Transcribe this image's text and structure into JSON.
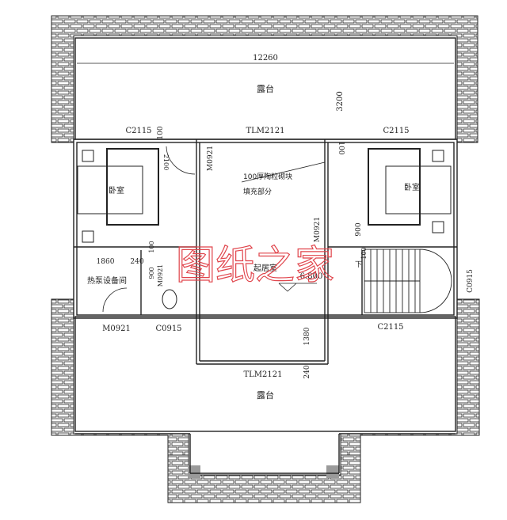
{
  "watermark": "图纸之家",
  "colors": {
    "line": "#222222",
    "watermark": "#e0454c",
    "brick_fill": "#ffffff",
    "column_fill": "#9a9a9a"
  },
  "top_terrace": {
    "label": "露台",
    "width_dim": "12260",
    "depth_dim": "3200"
  },
  "openings": {
    "c2115_left": "C2115",
    "c2115_right": "C2115",
    "tlm_top": "TLM2121",
    "m0921_center": "M0921",
    "m0921_right": "M0921",
    "m0921_equipment": "M0921",
    "m0921_toilet": "M0921",
    "c0915_toilet": "C0915",
    "c0915_stair": "C0915",
    "c2115_bottom": "C2115",
    "tlm_bottom": "TLM2121"
  },
  "dims": {
    "d100_top": "100",
    "d100_right": "100",
    "d2100": "2100",
    "d900_right": "900",
    "d1860": "1860",
    "d240_mid": "240",
    "d900_toilet": "900",
    "d100_toilet": "100",
    "d100_stair": "100",
    "d1380": "1380",
    "d240_bottom": "240"
  },
  "note": {
    "line1": "100厚陶粒砌块",
    "line2": "填充部分"
  },
  "rooms": {
    "bedroom_left": "卧室",
    "bedroom_right": "卧室",
    "equipment_room": "热泵设备间",
    "living_room": "起居室",
    "elevation": "6.800",
    "stair_down": "下"
  },
  "bottom_terrace": {
    "label": "露台"
  }
}
